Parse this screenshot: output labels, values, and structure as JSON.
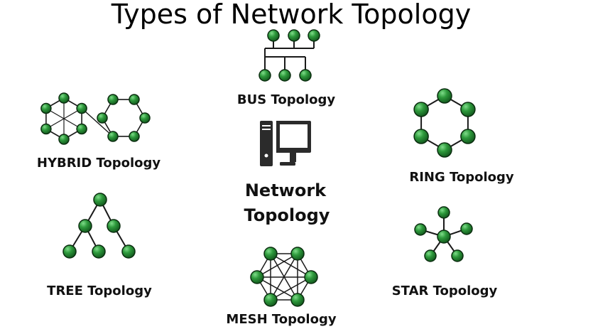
{
  "title": "Types of Network Topology",
  "center": {
    "line1": "Network",
    "line2": "Topology",
    "icon": "desktop-computer-icon"
  },
  "topologies": [
    {
      "id": "bus",
      "label": "BUS Topology"
    },
    {
      "id": "hybrid",
      "label": "HYBRID Topology"
    },
    {
      "id": "ring",
      "label": "RING Topology"
    },
    {
      "id": "tree",
      "label": "TREE Topology"
    },
    {
      "id": "star",
      "label": "STAR Topology"
    },
    {
      "id": "mesh",
      "label": "MESH Topology"
    }
  ],
  "colors": {
    "node_fill": "#2e8b3a",
    "node_highlight": "#5cc46a",
    "node_stroke": "#0b2e10",
    "edge": "#1a1a1a",
    "icon": "#2b2b2b"
  }
}
